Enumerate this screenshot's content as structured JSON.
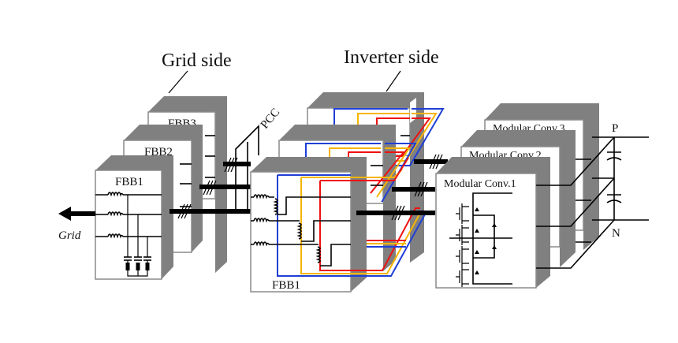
{
  "diagram": {
    "section_labels": {
      "grid_side": "Grid side",
      "inverter_side": "Inverter side"
    },
    "grid_side_blocks": [
      "FBB3",
      "FBB2",
      "FBB1"
    ],
    "inverter_side_blocks": [
      "",
      "",
      "FBB1"
    ],
    "converter_blocks": [
      "Modular Conv.3",
      "Modular Conv.2",
      "Modular Conv.1"
    ],
    "pcc_label": "PCC",
    "grid_label": "Grid",
    "dc_bus": {
      "positive": "P",
      "negative": "N"
    },
    "phase_colors": {
      "phase_a": "#1f3fd6",
      "phase_b": "#f7b500",
      "phase_c": "#ee1111"
    }
  }
}
